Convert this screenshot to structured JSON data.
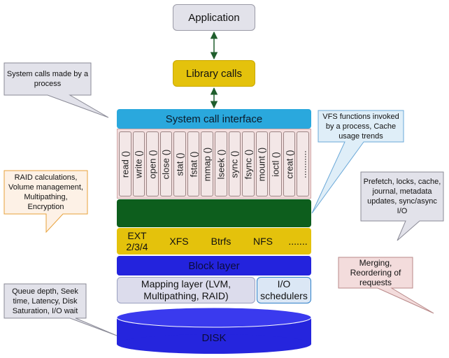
{
  "application": "Application",
  "library_calls": "Library calls",
  "system_call_interface": "System call interface",
  "system_calls": [
    "read ()",
    "write ()",
    "open ()",
    "close ()",
    "stat ()",
    "fstat ()",
    "mmap ()",
    "lseek ()",
    "sync ()",
    "fsync ()",
    "mount ()",
    "ioctl ()",
    "creat ()",
    "..........."
  ],
  "filesystems": [
    "EXT\n2/3/4",
    "XFS",
    "Btrfs",
    "NFS",
    "......."
  ],
  "block_layer": "Block layer",
  "mapping_layer": "Mapping layer (LVM,\nMultipathing, RAID)",
  "io_schedulers": "I/O\nschedulers",
  "disk": "DISK",
  "callouts": {
    "system_calls_made": "System calls made by a process",
    "raid": "RAID calculations, Volume management, Multipathing, Encryption",
    "queue_depth": "Queue depth, Seek time, Latency, Disk Saturation, I/O wait",
    "vfs_functions": "VFS functions invoked by a process, Cache usage trends",
    "prefetch": "Prefetch, locks, cache, journal, metadata updates, sync/async I/O",
    "merging": "Merging, Reordering of requests"
  },
  "colors": {
    "library": "#e4c20c",
    "sci": "#2aa8dd",
    "vfs": "#0d5e1d",
    "block": "#2323dd",
    "disk": "#2525dd",
    "arrow": "#1f5e2c"
  }
}
